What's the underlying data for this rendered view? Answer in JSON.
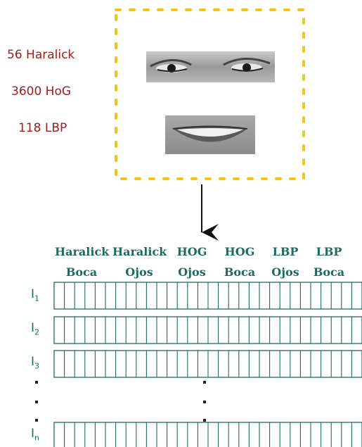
{
  "feature_counts": [
    "56 Haralick",
    "3600 HoG",
    "118 LBP"
  ],
  "headers": [
    {
      "line1": "Haralick",
      "line2": "Boca"
    },
    {
      "line1": "Haralick",
      "line2": "Ojos"
    },
    {
      "line1": "HOG",
      "line2": "Ojos"
    },
    {
      "line1": "HOG",
      "line2": "Boca"
    },
    {
      "line1": "LBP",
      "line2": "Ojos"
    },
    {
      "line1": "LBP",
      "line2": "Boca"
    }
  ],
  "rows": [
    {
      "base": "I",
      "sub": "1"
    },
    {
      "base": "I",
      "sub": "2"
    },
    {
      "base": "I",
      "sub": "3"
    },
    {
      "base": "I",
      "sub": "n"
    }
  ],
  "colors": {
    "feature_text": "#a11c1c",
    "teal": "#1f6b5e",
    "dashed_box": "#f2c31b"
  },
  "images": {
    "eyes_icon": "eyes-image",
    "mouth_icon": "mouth-image"
  }
}
